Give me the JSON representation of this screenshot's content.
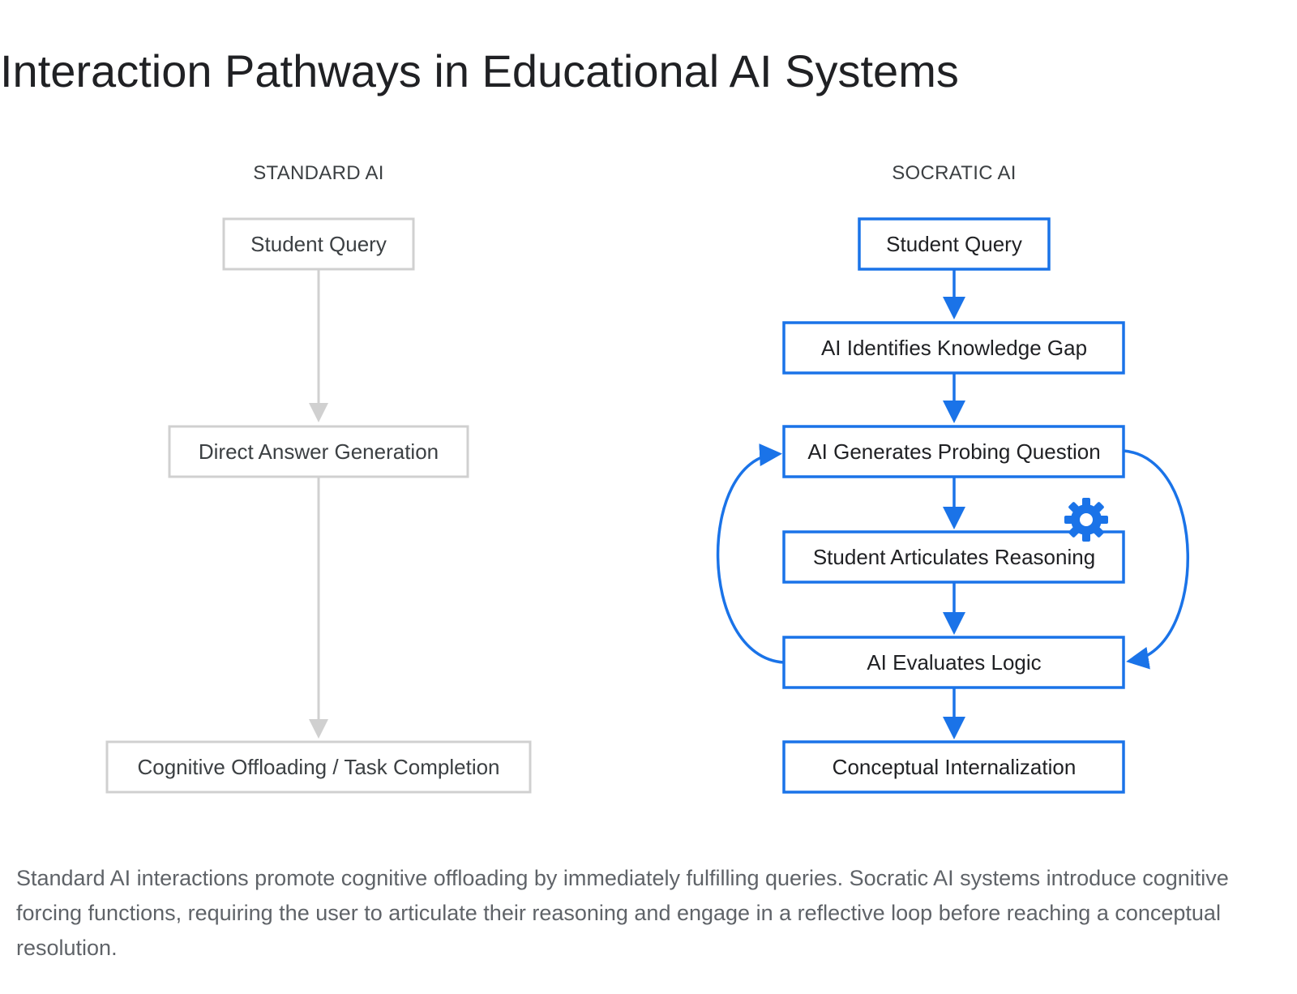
{
  "title": "Interaction Pathways in Educational AI Systems",
  "standard": {
    "label": "STANDARD AI",
    "nodes": [
      "Student Query",
      "Direct Answer Generation",
      "Cognitive Offloading / Task Completion"
    ]
  },
  "socratic": {
    "label": "SOCRATIC AI",
    "nodes": [
      "Student Query",
      "AI Identifies Knowledge Gap",
      "AI Generates Probing Question",
      "Student Articulates Reasoning",
      "AI Evaluates Logic",
      "Conceptual Internalization"
    ],
    "gear_icon": "gear-icon"
  },
  "colors": {
    "standard": "#d0d0d0",
    "socratic": "#1a73e8"
  },
  "caption": "Standard AI interactions promote cognitive offloading by immediately fulfilling queries. Socratic AI systems introduce cognitive forcing functions, requiring the user to articulate their reasoning and engage in a reflective loop before reaching a conceptual resolution."
}
